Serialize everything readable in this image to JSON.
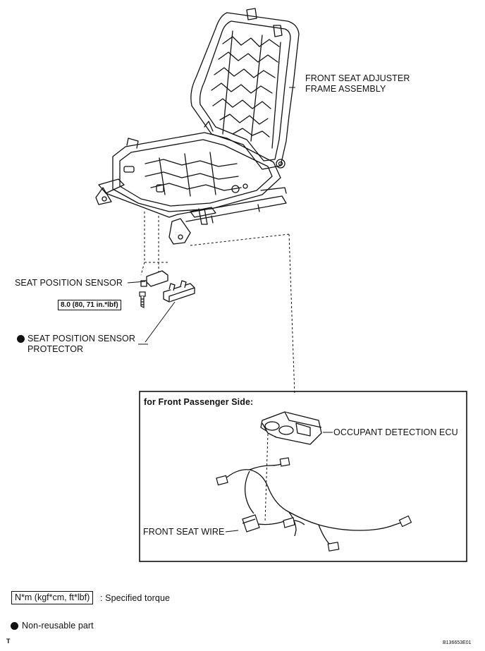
{
  "labels": {
    "frame_line1": "FRONT SEAT ADJUSTER",
    "frame_line2": "FRAME ASSEMBLY",
    "seat_position_sensor": "SEAT POSITION SENSOR",
    "torque_value": "8.0 (80, 71 in.*lbf)",
    "protector_line1": "SEAT POSITION SENSOR",
    "protector_line2": "PROTECTOR",
    "inset_title": "for Front Passenger Side:",
    "occupant_ecu": "OCCUPANT DETECTION ECU",
    "front_seat_wire": "FRONT SEAT WIRE"
  },
  "legend": {
    "torque_units": "N*m (kgf*cm, ft*lbf)",
    "torque_text": ": Specified torque",
    "nonreusable_text": "Non-reusable part"
  },
  "footer": {
    "left_mark": "T",
    "figure_code": "B136653E01"
  }
}
